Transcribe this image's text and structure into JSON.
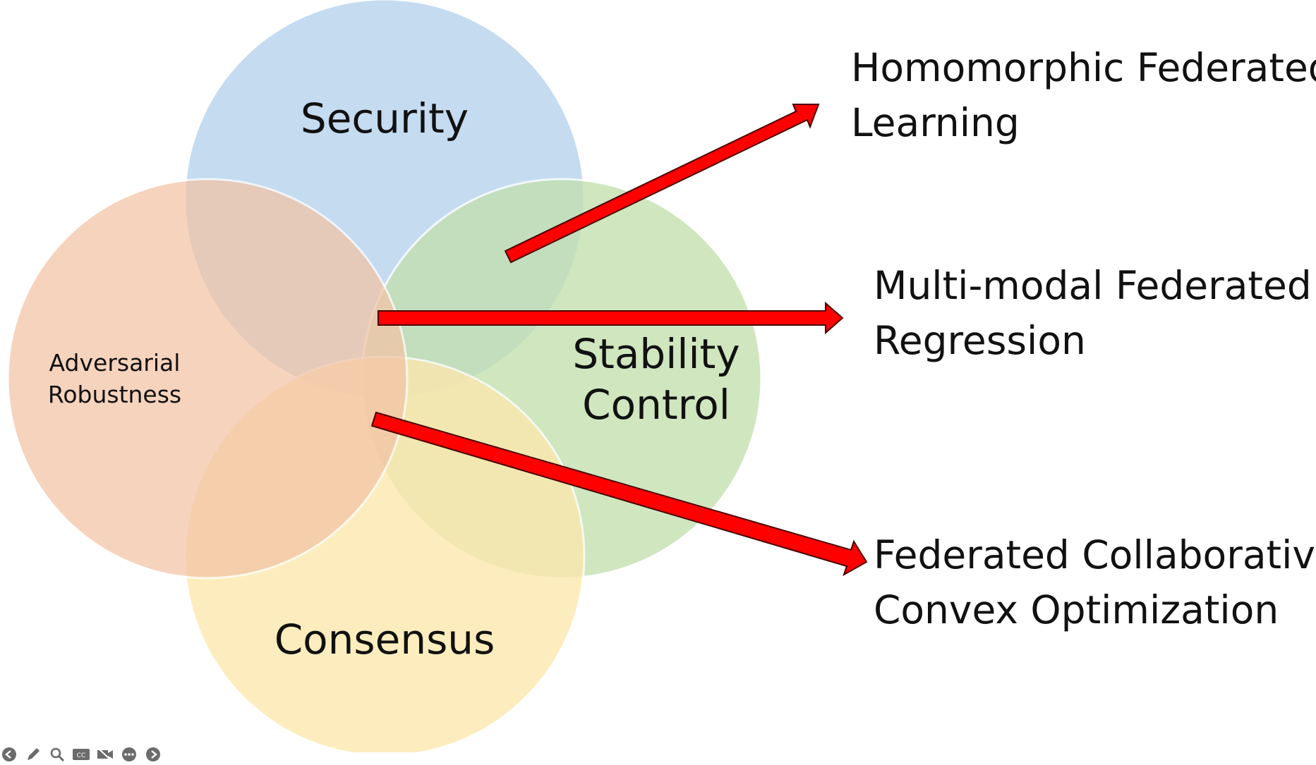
{
  "colors": {
    "security": "#b4d1ec",
    "adversarial": "#f3c3a5",
    "stability": "#c2e0ae",
    "consensus": "#fde8ad",
    "arrow_fill": "#ff0000",
    "arrow_stroke": "#4a0000"
  },
  "circles": {
    "security": {
      "label": "Security"
    },
    "adversarial": {
      "label": "Adversarial\nRobustness"
    },
    "stability": {
      "label": "Stability\nControl"
    },
    "consensus": {
      "label": "Consensus"
    }
  },
  "outcomes": [
    {
      "line1": "Homomorphic Federated",
      "line2": "Learning"
    },
    {
      "line1": "Multi-modal Federated",
      "line2": "Regression"
    },
    {
      "line1": "Federated Collaborative",
      "line2": "Convex Optimization"
    }
  ],
  "toolbar": {
    "icons": [
      "back-arrow-icon",
      "pen-icon",
      "zoom-icon",
      "captions-icon",
      "video-off-icon",
      "more-icon",
      "forward-arrow-icon"
    ]
  }
}
